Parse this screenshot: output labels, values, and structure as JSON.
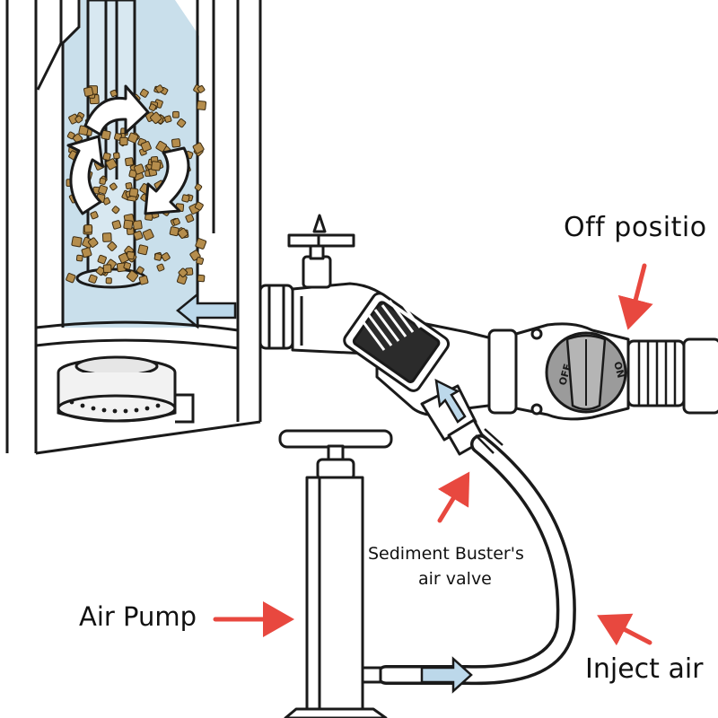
{
  "labels": {
    "off_position": "Off positio",
    "air_valve_line1": "Sediment Buster's",
    "air_valve_line2": "air valve",
    "air_pump": "Air Pump",
    "inject_air": "Inject air"
  },
  "knob": {
    "off_text": "OFF",
    "on_text": "ON"
  },
  "colors": {
    "water": "#c9dfeb",
    "arrow_red": "#e8483f",
    "flow_blue": "#bcd8ea",
    "sediment": "#b58d4c",
    "outline": "#1a1a1a",
    "knob_gray": "#9b9b9b"
  }
}
